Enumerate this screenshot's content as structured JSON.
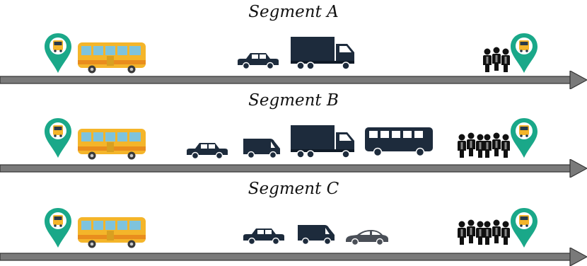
{
  "segments": [
    {
      "title": "Segment A",
      "vehicles": [
        "bus-icon",
        "car-icon",
        "truck-icon"
      ],
      "crowd": "pedestrians-icon",
      "stops": [
        "bus-stop-pin-icon",
        "bus-stop-pin-icon"
      ]
    },
    {
      "title": "Segment B",
      "vehicles": [
        "bus-icon",
        "car-icon",
        "van-icon",
        "truck-icon",
        "coach-icon"
      ],
      "crowd": "pedestrians-icon",
      "stops": [
        "bus-stop-pin-icon",
        "bus-stop-pin-icon"
      ]
    },
    {
      "title": "Segment C",
      "vehicles": [
        "bus-icon",
        "car-icon",
        "van-icon",
        "sedan-icon"
      ],
      "crowd": "pedestrians-icon",
      "stops": [
        "bus-stop-pin-icon",
        "bus-stop-pin-icon"
      ]
    }
  ],
  "colors": {
    "pin": "#1aa889",
    "pin_dark": "#11806a",
    "bus_yellow": "#f4b52a",
    "bus_orange": "#e98d1d",
    "vehicle_dark": "#1d2b3c",
    "road": "#7a7a7a"
  }
}
